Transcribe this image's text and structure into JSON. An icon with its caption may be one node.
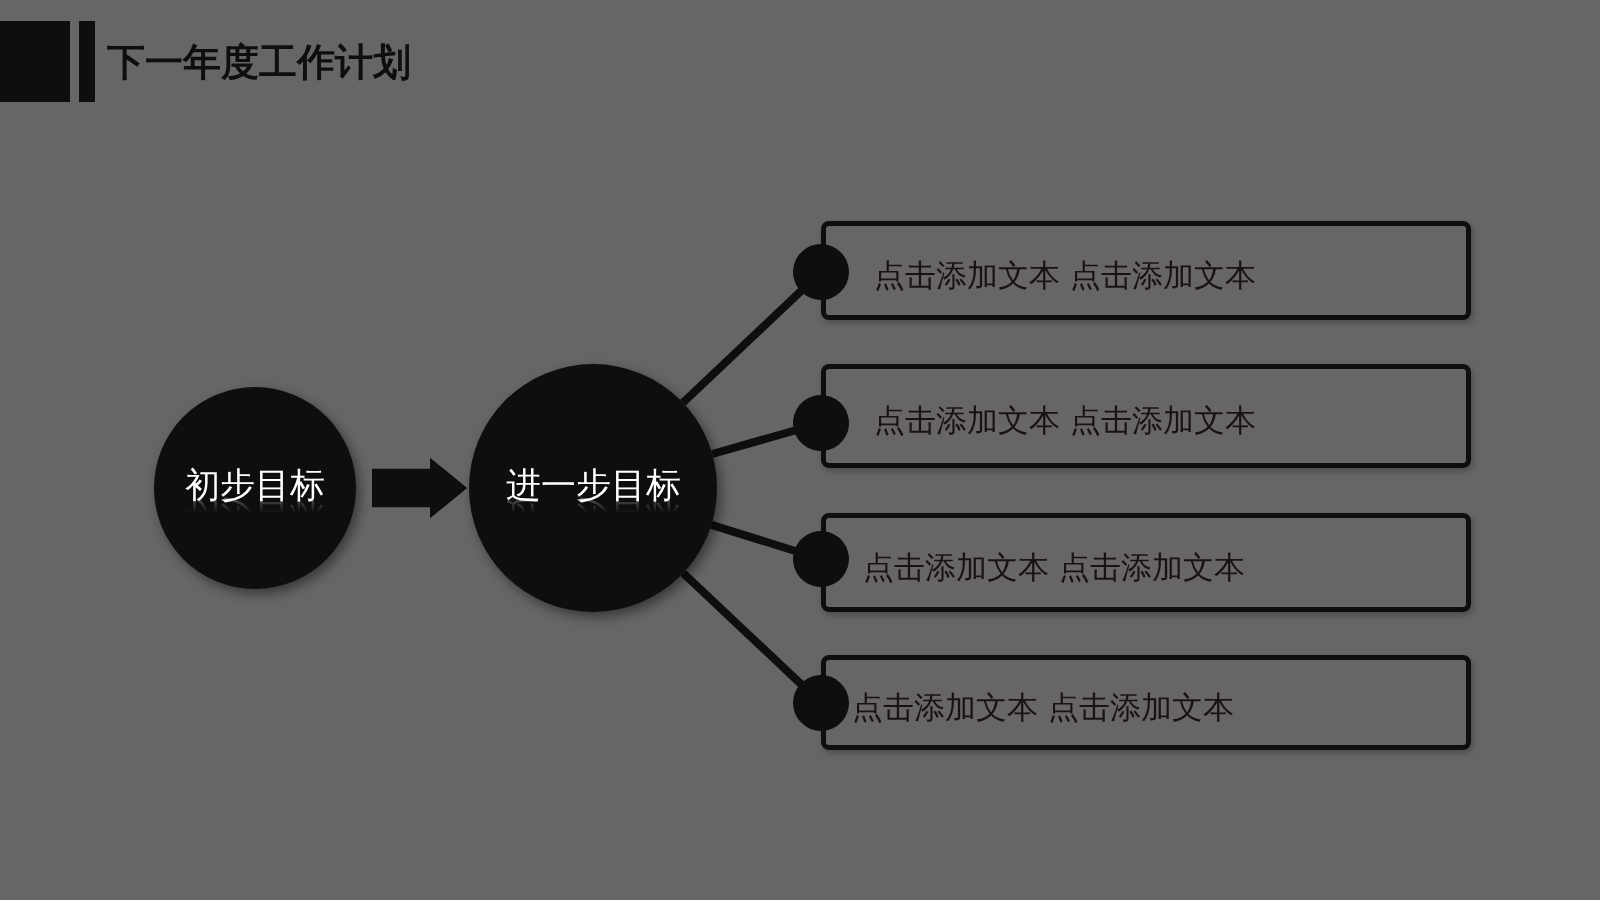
{
  "diagram": {
    "title": "下一年度工作计划",
    "nodes": [
      {
        "text": [
          "初步目标"
        ]
      },
      {
        "text": [
          "进一步目标"
        ]
      },
      {
        "text": [
          "点击添加文本 点击添加文本"
        ]
      },
      {
        "text": [
          "点击添加文本 点击添加文本"
        ]
      },
      {
        "text": [
          "点击添加文本 点击添加文本"
        ]
      },
      {
        "text": [
          "点击添加文本 点击添加文本"
        ]
      }
    ],
    "edges": [
      {
        "from": 0,
        "to": 1,
        "arrow": "to",
        "style": "thick"
      },
      {
        "from": 1,
        "to": 2,
        "arrow": "other"
      },
      {
        "from": 1,
        "to": 3,
        "arrow": "other"
      },
      {
        "from": 1,
        "to": 4,
        "arrow": "other"
      },
      {
        "from": 1,
        "to": 5,
        "arrow": "other"
      }
    ]
  }
}
